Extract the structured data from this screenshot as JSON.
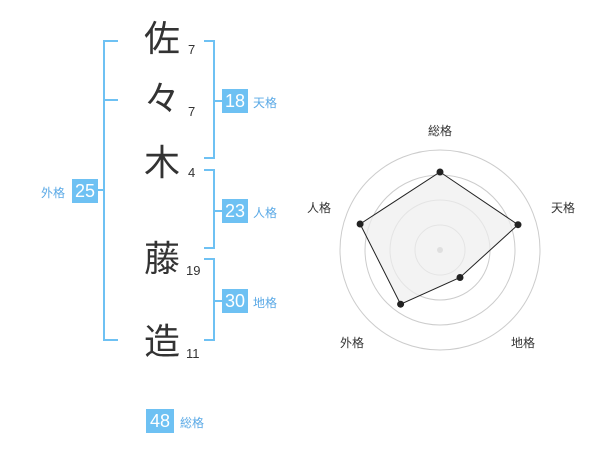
{
  "name_chars": [
    {
      "char": "佐",
      "strokes": "7"
    },
    {
      "char": "々",
      "strokes": "7"
    },
    {
      "char": "木",
      "strokes": "4"
    },
    {
      "char": "藤",
      "strokes": "19"
    },
    {
      "char": "造",
      "strokes": "11"
    }
  ],
  "kakusu": {
    "tenkaku": {
      "value": "18",
      "label": "天格"
    },
    "jinkaku": {
      "value": "23",
      "label": "人格"
    },
    "chikaku": {
      "value": "30",
      "label": "地格"
    },
    "gaikaku": {
      "value": "25",
      "label": "外格"
    },
    "soukaku": {
      "value": "48",
      "label": "総格"
    }
  },
  "colors": {
    "accent": "#6ec1f3",
    "label": "#5aa9e6",
    "text": "#333333",
    "grid": "#cccccc",
    "fill": "#eeeeee"
  },
  "chart_data": {
    "type": "radar",
    "axes": [
      "総格",
      "天格",
      "地格",
      "外格",
      "人格"
    ],
    "values": [
      0.78,
      0.82,
      0.34,
      0.67,
      0.84
    ],
    "scale": [
      0,
      1
    ],
    "rings": 4
  }
}
